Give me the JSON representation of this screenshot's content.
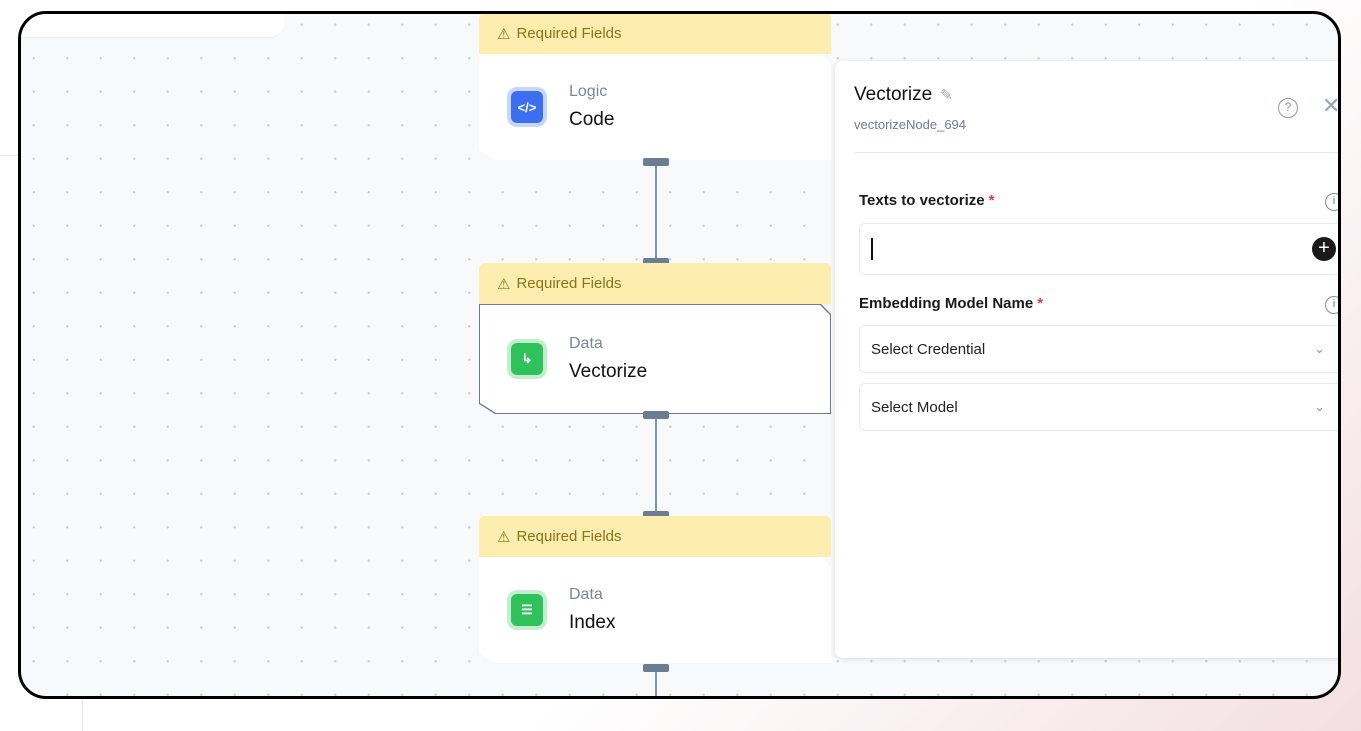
{
  "canvas": {
    "nodes": [
      {
        "badge": "Required Fields",
        "category": "Logic",
        "name": "Code",
        "icon": "code-icon",
        "color": "#3b6ff0"
      },
      {
        "badge": "Required Fields",
        "category": "Data",
        "name": "Vectorize",
        "icon": "vector-axes-icon",
        "color": "#2fc15a",
        "selected": true
      },
      {
        "badge": "Required Fields",
        "category": "Data",
        "name": "Index",
        "icon": "database-icon",
        "color": "#2fc15a"
      }
    ]
  },
  "panel": {
    "title": "Vectorize",
    "node_id": "vectorizeNode_694",
    "fields": [
      {
        "label": "Texts to vectorize",
        "required": "*",
        "value": ""
      },
      {
        "label": "Embedding Model Name",
        "required": "*"
      }
    ],
    "credential_placeholder": "Select Credential",
    "model_placeholder": "Select Model"
  }
}
